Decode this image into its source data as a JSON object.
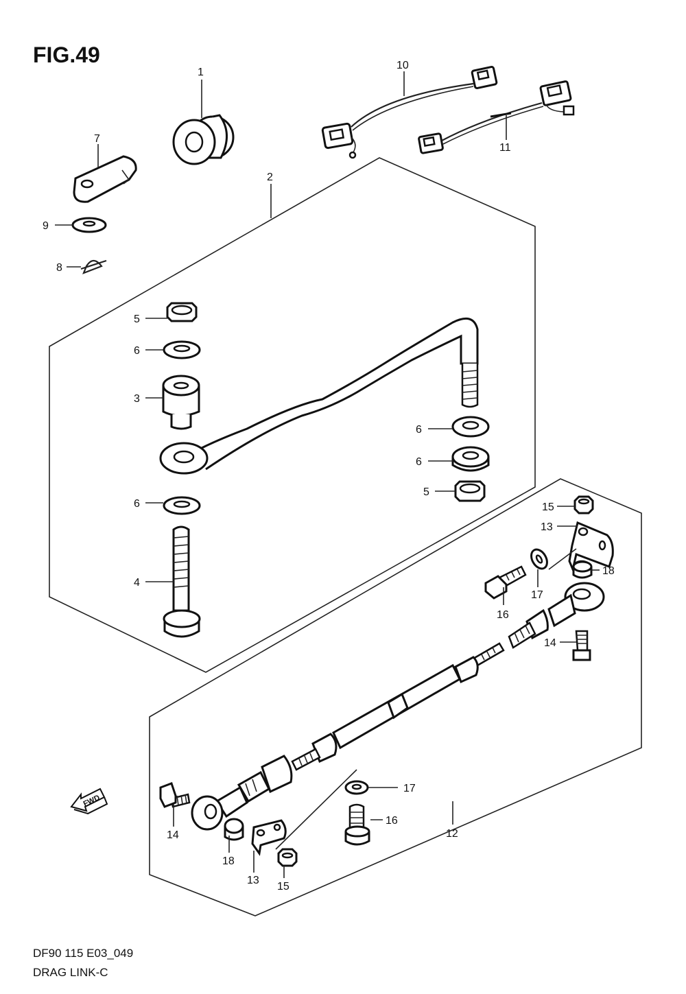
{
  "figure": {
    "title": "FIG.49",
    "code": "DF90 115 E03_049",
    "name": "DRAG LINK-C",
    "arrow_label": "FWD"
  },
  "callouts": {
    "c1": "1",
    "c2": "2",
    "c3": "3",
    "c4": "4",
    "c5a": "5",
    "c5b": "5",
    "c6a": "6",
    "c6b": "6",
    "c6c": "6",
    "c6d": "6",
    "c7": "7",
    "c8": "8",
    "c9": "9",
    "c10": "10",
    "c11": "11",
    "c12": "12",
    "c13a": "13",
    "c13b": "13",
    "c14a": "14",
    "c14b": "14",
    "c15a": "15",
    "c15b": "15",
    "c16a": "16",
    "c16b": "16",
    "c17a": "17",
    "c17b": "17",
    "c18a": "18",
    "c18b": "18"
  }
}
